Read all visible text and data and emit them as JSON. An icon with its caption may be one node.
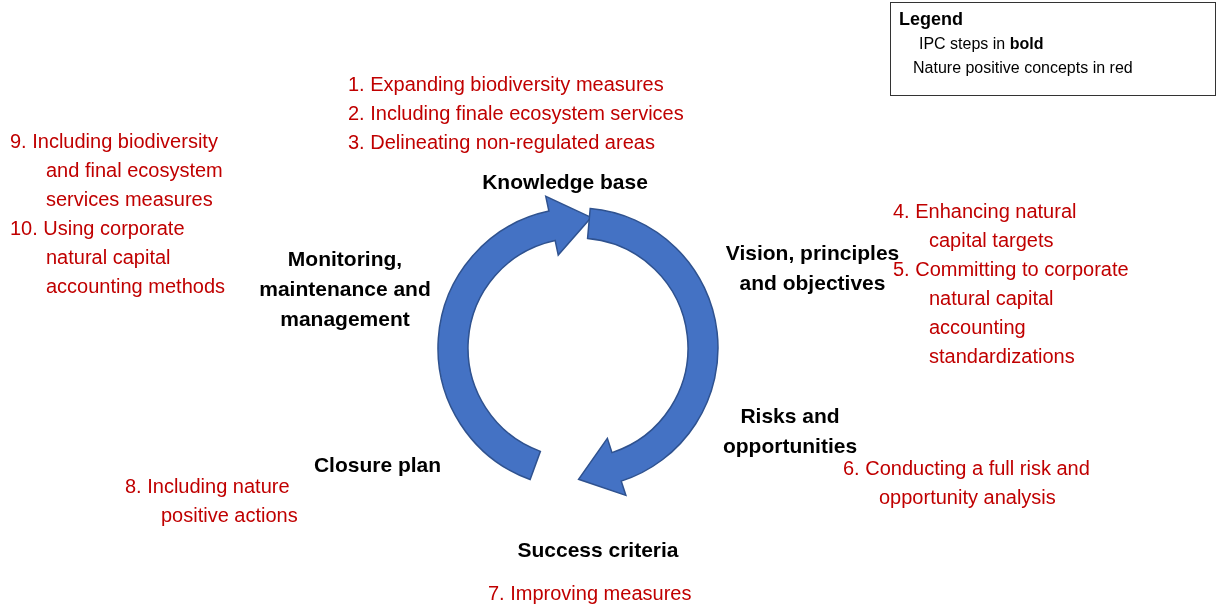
{
  "diagram": {
    "nodes": [
      {
        "text": [
          "Knowledge base"
        ],
        "beside": [
          "1. Expanding biodiversity measures",
          "2. Including finale ecosystem services",
          "3. Delineating non-regulated areas"
        ]
      },
      {
        "text": [
          "Vision, principles and objectives"
        ],
        "beside": [
          "4. Enhancing natural capital targets",
          "5. Committing to corporate natural capital accounting standardizations"
        ]
      },
      {
        "text": [
          "Risks and opportunities"
        ],
        "beside": [
          "6. Conducting a full risk and opportunity analysis"
        ]
      },
      {
        "text": [
          "Success criteria"
        ],
        "beside": [
          "7. Improving measures"
        ]
      },
      {
        "text": [
          "Closure plan"
        ],
        "beside": [
          "8. Including nature positive actions"
        ]
      },
      {
        "text": [
          "Monitoring, maintenance and management"
        ],
        "beside": [
          "9. Including biodiversity and final ecosystem services measures",
          "10. Using corporate natural capital accounting methods"
        ]
      }
    ],
    "labels": [
      "Legend"
    ],
    "legend": [
      {
        "text": "IPC steps in **bold**"
      },
      {
        "text": "Nature positive concepts in red"
      }
    ]
  }
}
